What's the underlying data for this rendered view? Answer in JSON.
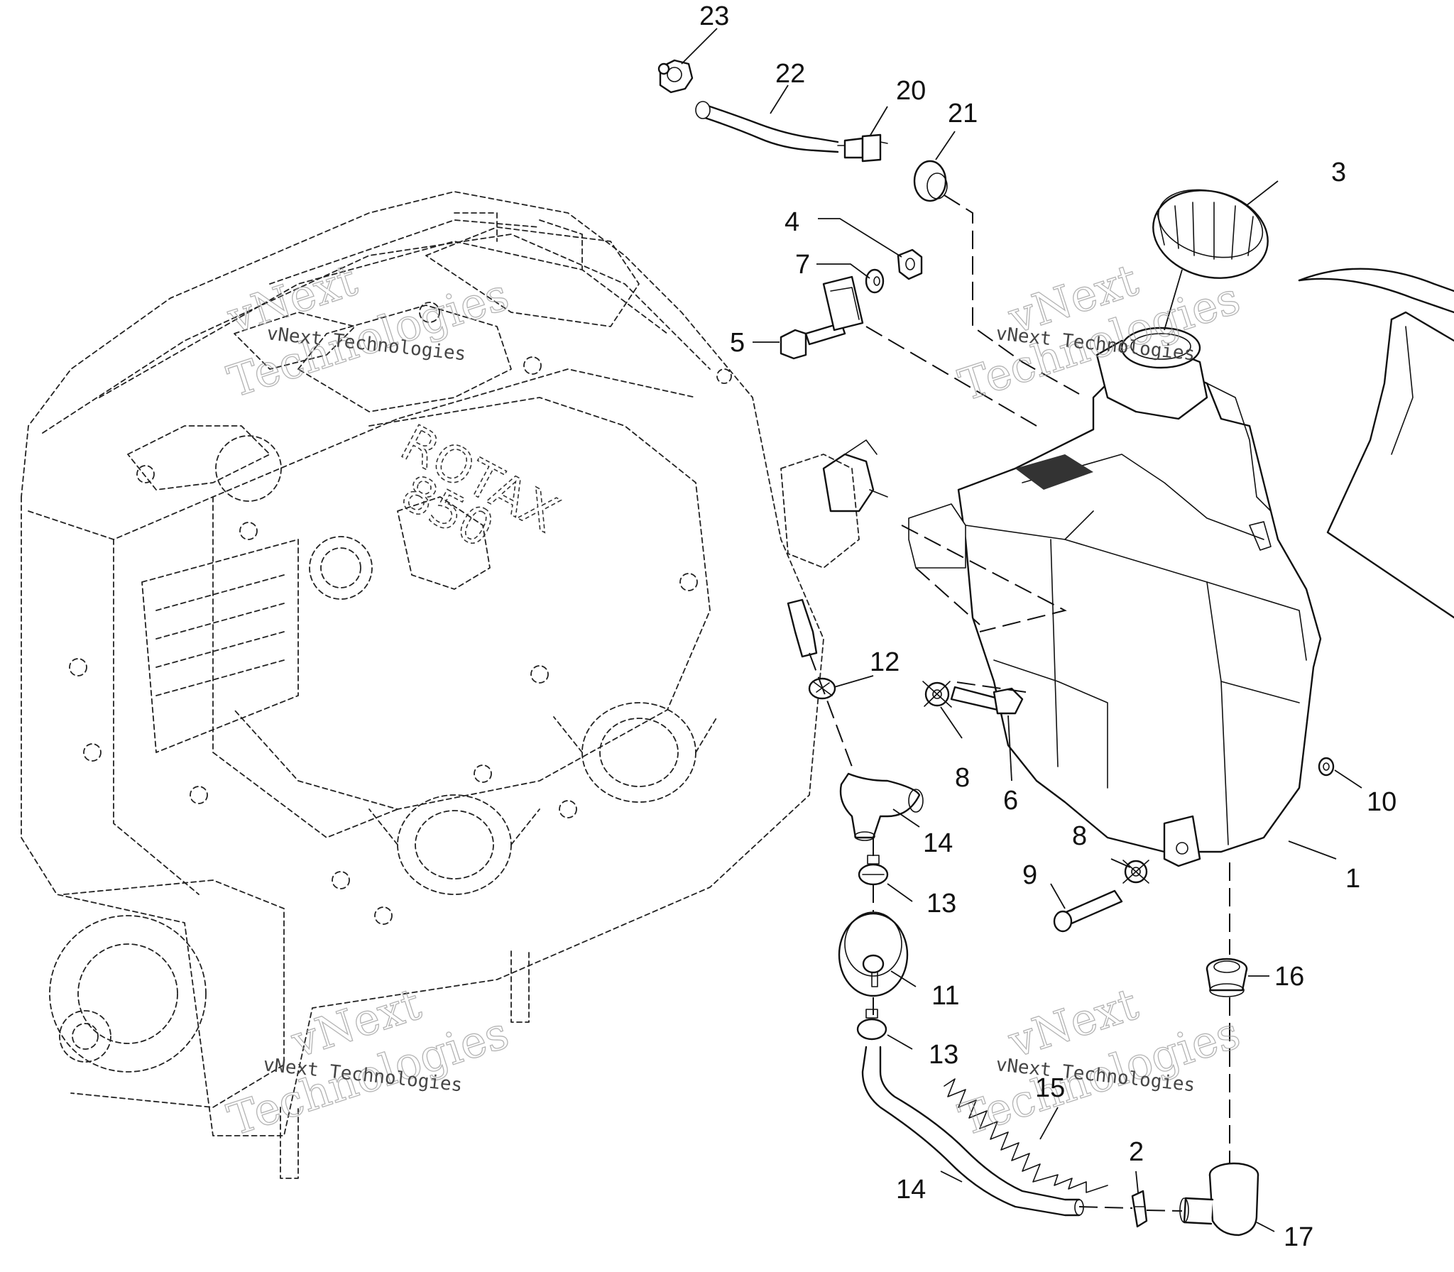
{
  "callouts": {
    "c1": "1",
    "c2": "2",
    "c3": "3",
    "c4": "4",
    "c5": "5",
    "c6": "6",
    "c7": "7",
    "c8a": "8",
    "c8b": "8",
    "c9": "9",
    "c10": "10",
    "c11": "11",
    "c12": "12",
    "c13a": "13",
    "c13b": "13",
    "c14a": "14",
    "c14b": "14",
    "c15": "15",
    "c16": "16",
    "c17": "17",
    "c20": "20",
    "c21": "21",
    "c22": "22",
    "c23": "23"
  },
  "watermark": {
    "brand": "vNext",
    "word": "Technologies",
    "full": "vNext Technologies"
  },
  "engine_marking": {
    "brand": "ROTAX",
    "model": "850"
  }
}
